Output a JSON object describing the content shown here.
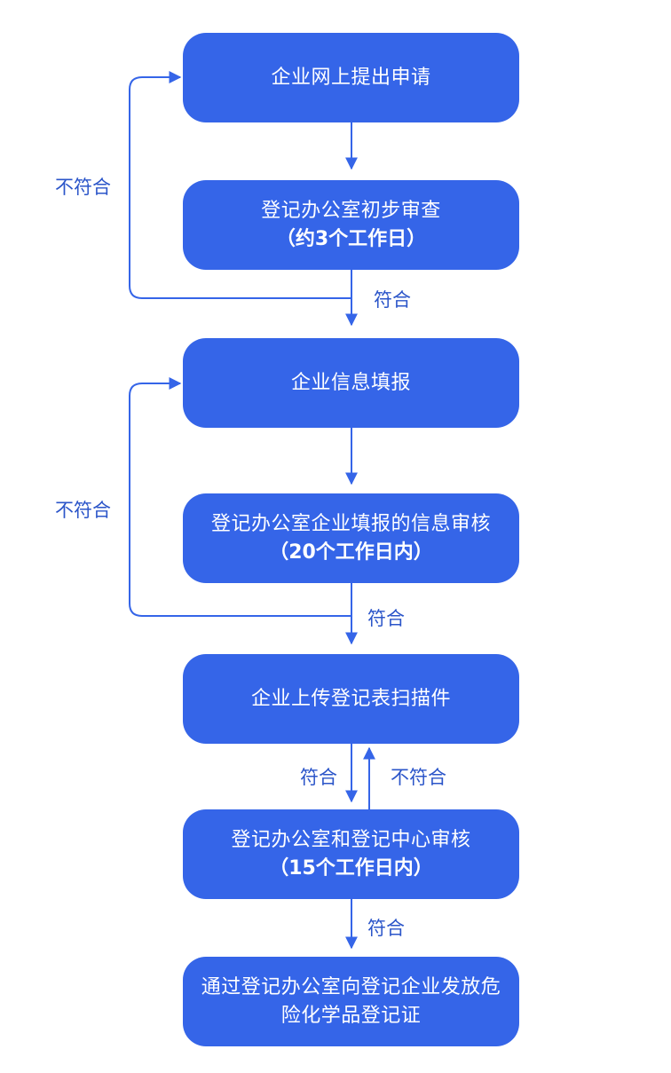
{
  "steps": [
    {
      "line1": "企业网上提出申请",
      "line2": ""
    },
    {
      "line1": "登记办公室初步审查",
      "line2": "（约3个工作日）"
    },
    {
      "line1": "企业信息填报",
      "line2": ""
    },
    {
      "line1": "登记办公室企业填报的信息审核",
      "line2": "（20个工作日内）"
    },
    {
      "line1": "企业上传登记表扫描件",
      "line2": ""
    },
    {
      "line1": "登记办公室和登记中心审核",
      "line2": "（15个工作日内）"
    },
    {
      "line1": "通过登记办公室向登记企业发放危",
      "line2": "险化学品登记证"
    }
  ],
  "labels": {
    "pass": "符合",
    "fail": "不符合"
  },
  "colors": {
    "box": "#3565e8",
    "arrow": "#3565e8",
    "label": "#2b55c9"
  }
}
